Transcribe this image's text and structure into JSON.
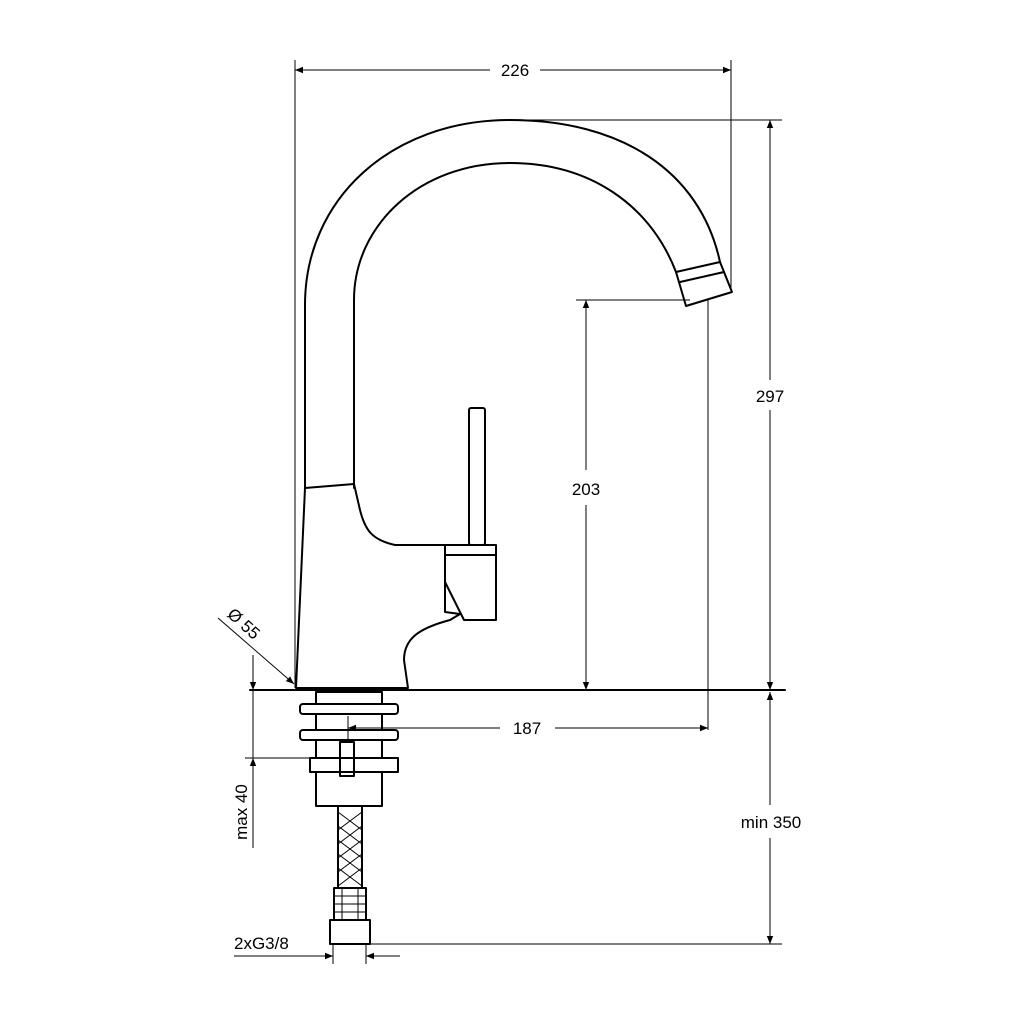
{
  "dimensions": {
    "overall_width": "226",
    "overall_height": "297",
    "spout_height": "203",
    "spout_reach": "187",
    "base_diameter": "Ø 55",
    "max_thickness": "max 40",
    "min_clearance": "min 350",
    "connection": "2xG3/8"
  },
  "colors": {
    "line": "#000000",
    "background": "#ffffff"
  }
}
